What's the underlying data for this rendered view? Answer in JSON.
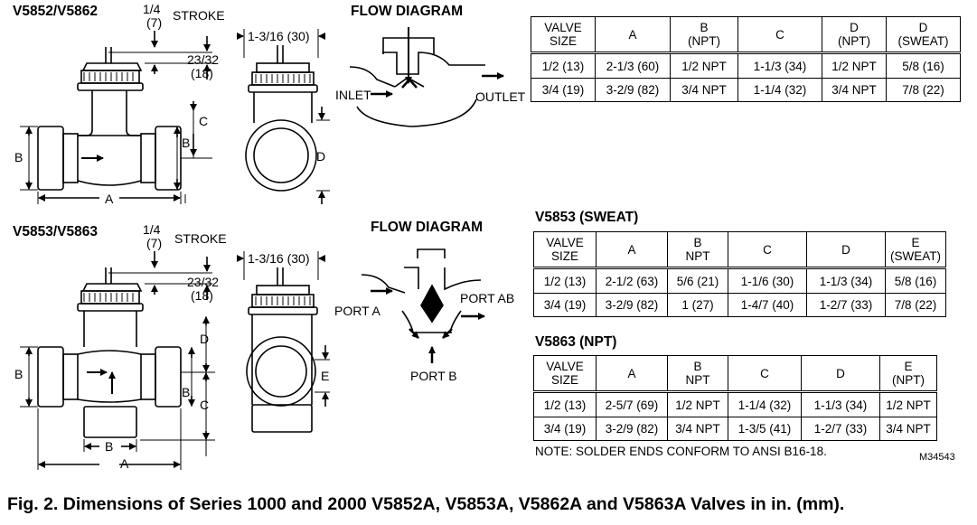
{
  "top_model": "V5852/V5862",
  "bottom_model": "V5853/V5863",
  "stroke": {
    "fraction": "1/4",
    "mm": "(7)",
    "label": "STROKE"
  },
  "height": {
    "fraction": "23/32",
    "mm": "(18)"
  },
  "width_dim": "1-3/16 (30)",
  "flow_title": "FLOW DIAGRAM",
  "ports": {
    "inlet": "INLET",
    "outlet": "OUTLET",
    "port_a": "PORT A",
    "port_ab": "PORT AB",
    "port_b": "PORT B"
  },
  "dim_letters": {
    "a": "A",
    "b": "B",
    "c": "C",
    "d": "D",
    "e": "E"
  },
  "table1": {
    "headers": [
      [
        "VALVE",
        "SIZE"
      ],
      [
        "A"
      ],
      [
        "B",
        "(NPT)"
      ],
      [
        "C"
      ],
      [
        "D",
        "(NPT)"
      ],
      [
        "D",
        "(SWEAT)"
      ]
    ],
    "rows": [
      [
        "1/2  (13)",
        "2-1/3 (60)",
        "1/2 NPT",
        "1-1/3 (34)",
        "1/2 NPT",
        "5/8 (16)"
      ],
      [
        "3/4  (19)",
        "3-2/9 (82)",
        "3/4 NPT",
        "1-1/4 (32)",
        "3/4 NPT",
        "7/8 (22)"
      ]
    ]
  },
  "table2": {
    "title": "V5853 (SWEAT)",
    "headers": [
      [
        "VALVE",
        "SIZE"
      ],
      [
        "A"
      ],
      [
        "B",
        "NPT"
      ],
      [
        "C"
      ],
      [
        "D"
      ],
      [
        "E",
        "(SWEAT)"
      ]
    ],
    "rows": [
      [
        "1/2 (13)",
        "2-1/2 (63)",
        "5/6 (21)",
        "1-1/6 (30)",
        "1-1/3 (34)",
        "5/8 (16)"
      ],
      [
        "3/4 (19)",
        "3-2/9 (82)",
        "1 (27)",
        "1-4/7 (40)",
        "1-2/7 (33)",
        "7/8 (22)"
      ]
    ]
  },
  "table3": {
    "title": "V5863 (NPT)",
    "headers": [
      [
        "VALVE",
        "SIZE"
      ],
      [
        "A"
      ],
      [
        "B",
        "NPT"
      ],
      [
        "C"
      ],
      [
        "D"
      ],
      [
        "E",
        "(NPT)"
      ]
    ],
    "rows": [
      [
        "1/2 (13)",
        "2-5/7 (69)",
        "1/2 NPT",
        "1-1/4 (32)",
        "1-1/3 (34)",
        "1/2 NPT"
      ],
      [
        "3/4 (19)",
        "3-2/9 (82)",
        "3/4 NPT",
        "1-3/5 (41)",
        "1-2/7 (33)",
        "3/4 NPT"
      ]
    ]
  },
  "note": "NOTE: SOLDER ENDS CONFORM TO ANSI B16-18.",
  "figure_code": "M34543",
  "caption": "Fig. 2. Dimensions of Series 1000 and 2000 V5852A, V5853A, V5862A and V5863A Valves in in. (mm)."
}
